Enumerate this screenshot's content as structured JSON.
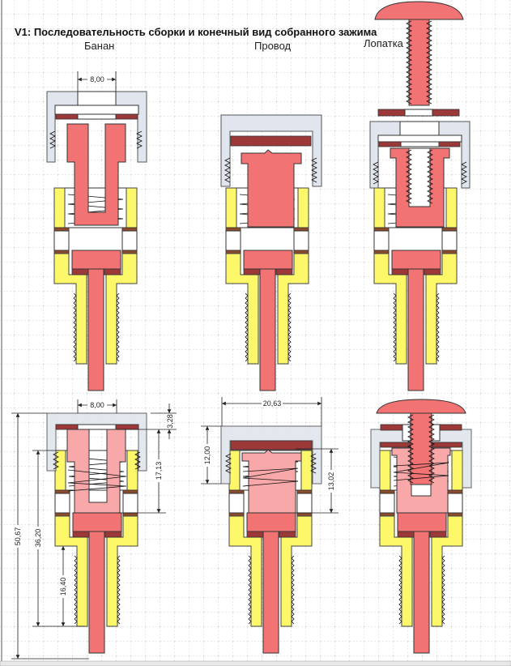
{
  "title": "V1: Последовательность сборки и конечный вид собранного зажима",
  "columns": {
    "banana": "Банан",
    "wire": "Провод",
    "spade": "Лопатка"
  },
  "dimensions": {
    "banana_top_width": "8,00",
    "banana_width": "8,00",
    "banana_cap_offset": "3,28",
    "banana_depth": "17,13",
    "total_length": "50,67",
    "body_length": "36,20",
    "thread_length": "16,40",
    "wire_cap_width": "20,63",
    "wire_cap_height": "12,00",
    "wire_depth": "13,02"
  },
  "colors": {
    "body": "#fdf86a",
    "pin": "#f27373",
    "insert": "#f8a8a8",
    "washer": "#9c3838",
    "cap": "#e1e6ee"
  }
}
